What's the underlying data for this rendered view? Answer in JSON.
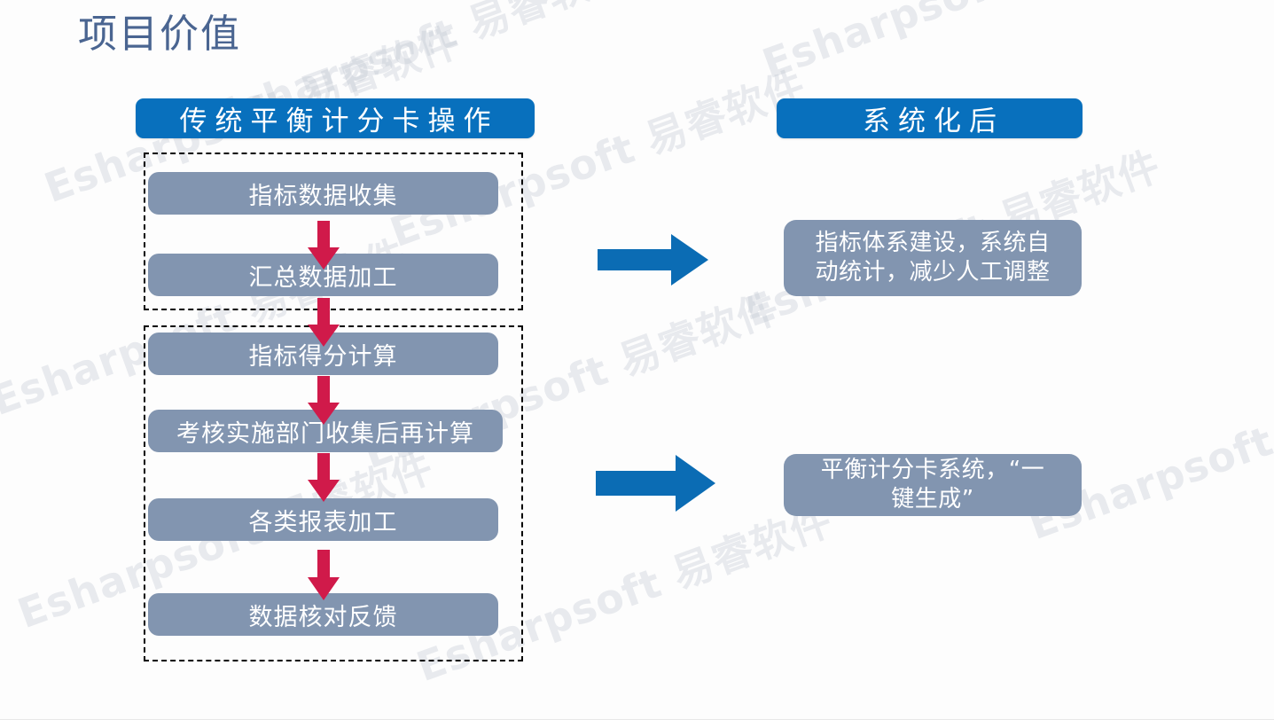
{
  "page": {
    "title": "项目价值",
    "title_color": "#4a6591",
    "background": "#fdfdfd"
  },
  "watermark": {
    "text": "Esharpsoft 易睿软件",
    "color": "#b9c0cc",
    "rotation_deg": -20
  },
  "colors": {
    "banner_blue": "#0870bd",
    "box_slate": "#8295b0",
    "arrow_red": "#d01a4a",
    "arrow_blue": "#0b6cb4",
    "dashed_border": "#000000"
  },
  "columns": {
    "left": {
      "banner_label": "传统平衡计分卡操作",
      "groups": [
        {
          "name": "data-collection-group",
          "steps": [
            "指标数据收集",
            "汇总数据加工"
          ]
        },
        {
          "name": "score-computation-group",
          "steps": [
            "指标得分计算",
            "考核实施部门收集后再计算",
            "各类报表加工",
            "数据核对反馈"
          ]
        }
      ],
      "steps_flat": [
        "指标数据收集",
        "汇总数据加工",
        "指标得分计算",
        "考核实施部门收集后再计算",
        "各类报表加工",
        "数据核对反馈"
      ]
    },
    "right": {
      "banner_label": "系统化后",
      "results": [
        {
          "line1": "指标体系建设，系统自",
          "line2": "动统计，减少人工调整"
        },
        {
          "line1": "平衡计分卡系统，“一",
          "line2": "键生成”"
        }
      ]
    }
  },
  "connectors": {
    "down_arrows": 5,
    "right_arrows": 2,
    "down_arrow_icon": "arrow-down-icon",
    "right_arrow_icon": "arrow-right-icon"
  }
}
